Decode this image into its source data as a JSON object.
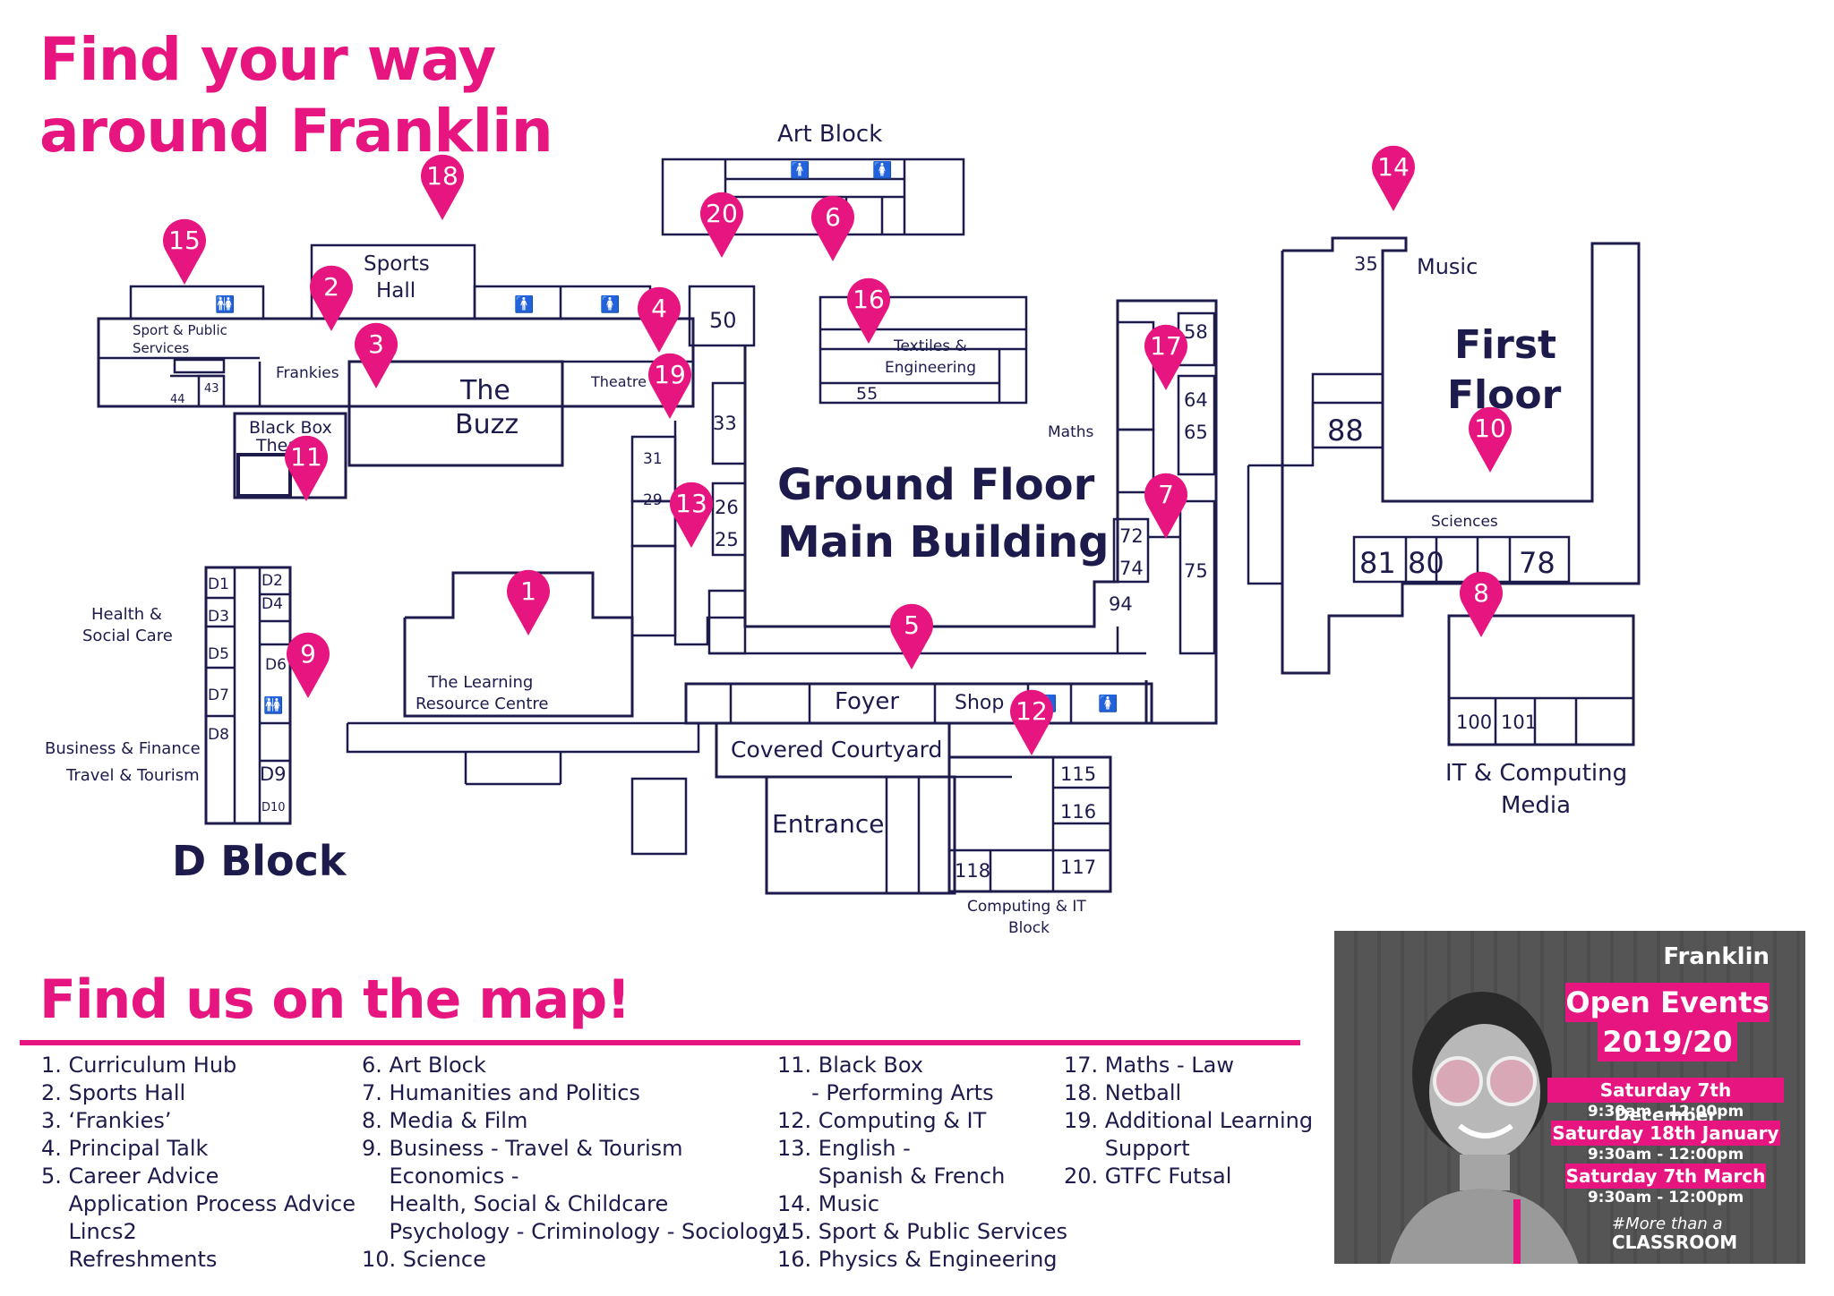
{
  "title": {
    "line1": "Find your way",
    "line2": "around Franklin"
  },
  "map": {
    "building_labels": {
      "art_block": "Art Block",
      "sports_hall_1": "Sports",
      "sports_hall_2": "Hall",
      "sport_public_1": "Sport & Public",
      "sport_public_2": "Services",
      "frankies": "Frankies",
      "the_buzz_1": "The",
      "the_buzz_2": "Buzz",
      "theatre": "Theatre",
      "black_box_1": "Black Box",
      "black_box_2": "Theatre",
      "textiles_1": "Textiles &",
      "textiles_2": "Engineering",
      "ground_floor_1": "Ground Floor",
      "ground_floor_2": "Main Building",
      "maths": "Maths",
      "music": "Music",
      "first_floor_1": "First",
      "first_floor_2": "Floor",
      "sciences": "Sciences",
      "it_media_1": "IT & Computing",
      "it_media_2": "Media",
      "health_1": "Health &",
      "health_2": "Social Care",
      "business": "Business & Finance",
      "travel": "Travel & Tourism",
      "d_block": "D Block",
      "lrc_1": "The Learning",
      "lrc_2": "Resource Centre",
      "foyer": "Foyer",
      "shop": "Shop",
      "covered_courtyard": "Covered Courtyard",
      "entrance": "Entrance",
      "computing_block_1": "Computing & IT",
      "computing_block_2": "Block"
    },
    "room_numbers": [
      "50",
      "55",
      "58",
      "64",
      "65",
      "33",
      "31",
      "29",
      "26",
      "25",
      "72",
      "74",
      "75",
      "94",
      "35",
      "88",
      "81",
      "80",
      "78",
      "100",
      "101",
      "115",
      "116",
      "117",
      "118",
      "44",
      "43",
      "D1",
      "D2",
      "D3",
      "D4",
      "D5",
      "D6",
      "D7",
      "D8",
      "D9",
      "D10"
    ],
    "markers": [
      "1",
      "2",
      "3",
      "4",
      "5",
      "6",
      "7",
      "8",
      "9",
      "10",
      "11",
      "12",
      "13",
      "14",
      "15",
      "16",
      "17",
      "18",
      "19",
      "20"
    ],
    "marker_color": "#e6157f",
    "outline_color": "#1c1b4b"
  },
  "legend": {
    "heading": "Find us on the map!",
    "col1": [
      "1. Curriculum Hub",
      "2. Sports Hall",
      "3. ‘Frankies’",
      "4. Principal Talk",
      "5. Career Advice",
      "    Application Process Advice",
      "    Lincs2",
      "    Refreshments"
    ],
    "col2": [
      "6. Art Block",
      "7. Humanities and Politics",
      "8. Media & Film",
      "9. Business - Travel & Tourism",
      "    Economics -",
      "    Health, Social & Childcare",
      "    Psychology - Criminology - Sociology",
      "10. Science"
    ],
    "col3": [
      "11. Black Box",
      "     - Performing Arts",
      "12. Computing & IT",
      "13. English -",
      "      Spanish & French",
      "14. Music",
      "15. Sport & Public Services",
      "16. Physics & Engineering"
    ],
    "col4": [
      "17. Maths - Law",
      "18. Netball",
      "19. Additional Learning",
      "      Support",
      "20. GTFC Futsal"
    ]
  },
  "promo": {
    "logo": "Franklin",
    "heading_1": "Open Events",
    "heading_2": "2019/20",
    "events": [
      {
        "date": "Saturday 7th December",
        "time": "9:30am - 12:00pm"
      },
      {
        "date": "Saturday 18th January",
        "time": "9:30am - 12:00pm"
      },
      {
        "date": "Saturday 7th March",
        "time": "9:30am - 12:00pm"
      }
    ],
    "tagline_1": "#More than a",
    "tagline_2": "CLASSROOM"
  },
  "colors": {
    "accent": "#e6157f",
    "navy": "#1c1b4b"
  }
}
